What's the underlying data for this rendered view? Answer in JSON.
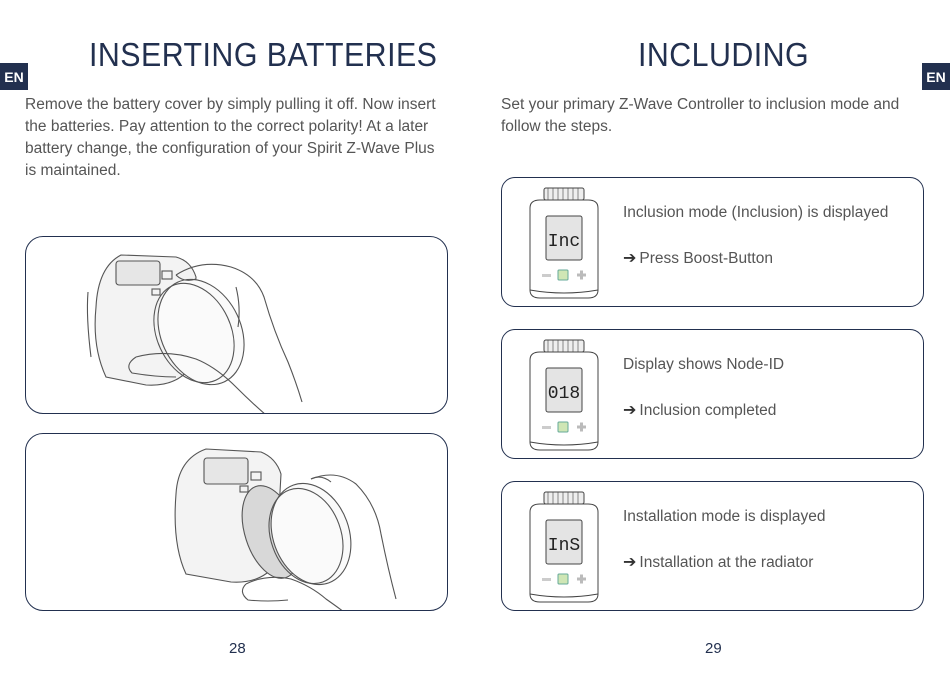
{
  "left_page": {
    "lang_tab": "EN",
    "title": "INSERTING BATTERIES",
    "intro": "Remove the battery cover by simply pulling it off. Now insert the batteries. Pay attention to the correct polarity! At a later battery change, the configuration of your Spirit Z-Wave Plus is maintained.",
    "page_number": "28"
  },
  "right_page": {
    "lang_tab": "EN",
    "title": "INCLUDING",
    "intro": "Set your primary Z-Wave Controller to inclusion mode and follow the steps.",
    "page_number": "29",
    "steps": [
      {
        "display": "Inc",
        "line1": "Inclusion mode (Inclusion) is displayed",
        "line2": "Press Boost-Button"
      },
      {
        "display": "018",
        "line1": "Display shows Node-ID",
        "line2": "Inclusion completed"
      },
      {
        "display": "InS",
        "line1": "Installation mode is displayed",
        "line2": "Installation at the radiator"
      }
    ]
  },
  "arrow_glyph": "➔"
}
